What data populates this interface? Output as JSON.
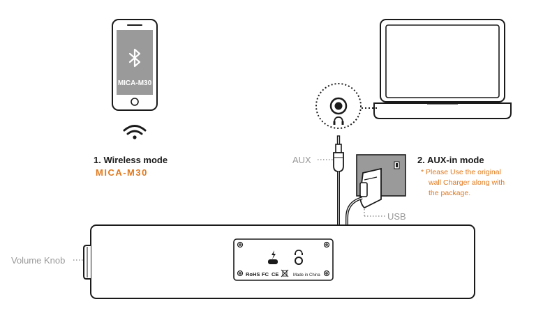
{
  "phone": {
    "device_name": "MICA-M30",
    "bluetooth_icon": "bluetooth-icon",
    "wifi_icon": "wifi-icon"
  },
  "wireless_mode": {
    "title": "1. Wireless mode",
    "device_name": "MICA-M30"
  },
  "aux_mode": {
    "title": "2. AUX-in mode",
    "note_line1": "* Please Use the original",
    "note_line2": "wall Charger along with",
    "note_line3": "the package."
  },
  "callouts": {
    "aux": "AUX",
    "usb": "USB",
    "volume_knob": "Volume Knob"
  },
  "rear_panel": {
    "rohs": "RoHS",
    "fc": "FC",
    "ce": "CE",
    "made_in": "Made in China"
  },
  "colors": {
    "accent_orange": "#e07a1f",
    "callout_gray": "#999999",
    "outline": "#1a1a1a"
  }
}
